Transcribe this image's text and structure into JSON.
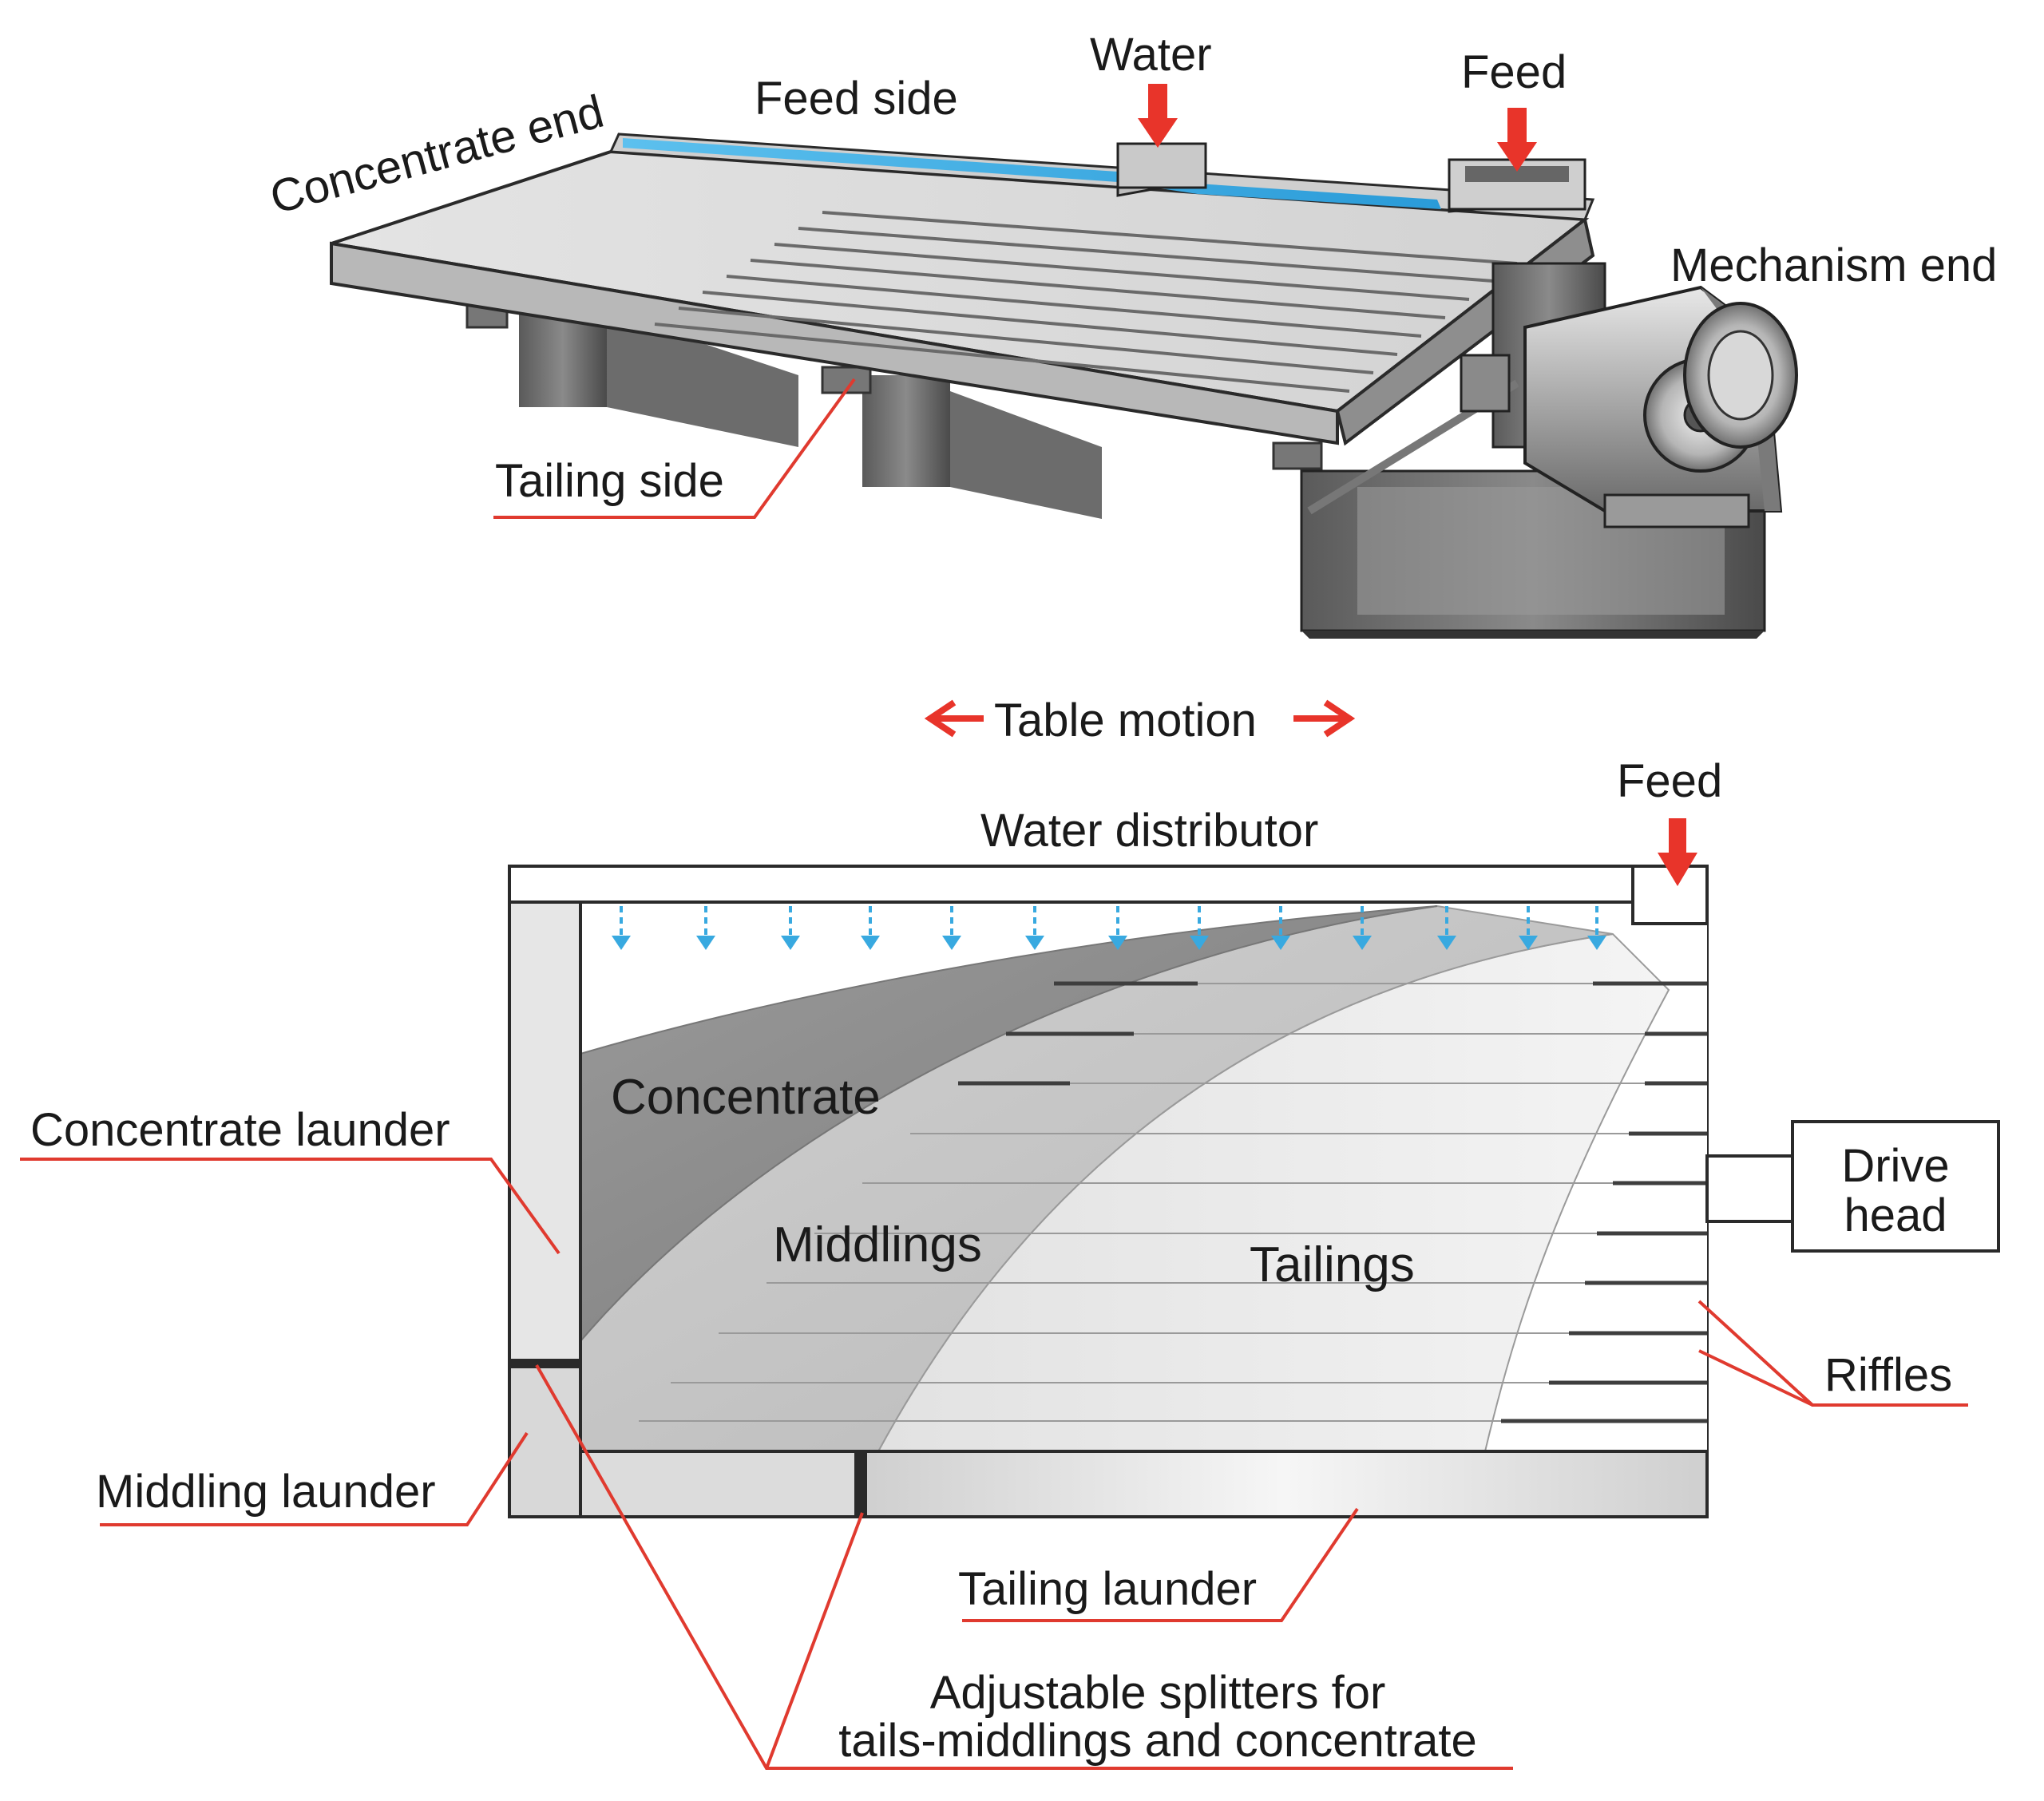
{
  "labels": {
    "concentrate_end": "Concentrate end",
    "feed_side": "Feed side",
    "water": "Water",
    "feed_top": "Feed",
    "mechanism_end": "Mechanism end",
    "tailing_side": "Tailing side",
    "table_motion": "Table motion",
    "feed_bottom": "Feed",
    "water_distributor": "Water distributor",
    "concentrate": "Concentrate",
    "concentrate_launder": "Concentrate launder",
    "middlings": "Middlings",
    "tailings": "Tailings",
    "drive_head_line1": "Drive",
    "drive_head_line2": "head",
    "riffles": "Riffles",
    "middling_launder": "Middling launder",
    "tailing_launder": "Tailing launder",
    "splitters_line1": "Adjustable splitters for",
    "splitters_line2": "tails-middlings and concentrate"
  },
  "colors": {
    "leader_line": "#e03a2f",
    "arrow_red": "#e8342a",
    "water_blue": "#38a9e0",
    "concentrate_zone": "#8c8c8c",
    "middlings_zone": "#c4c4c4",
    "tailings_zone": "#e6e6e6",
    "riffle": "#4a4a4a",
    "metal_light": "#dcdcdc",
    "metal_dark": "#5e5e5e"
  }
}
